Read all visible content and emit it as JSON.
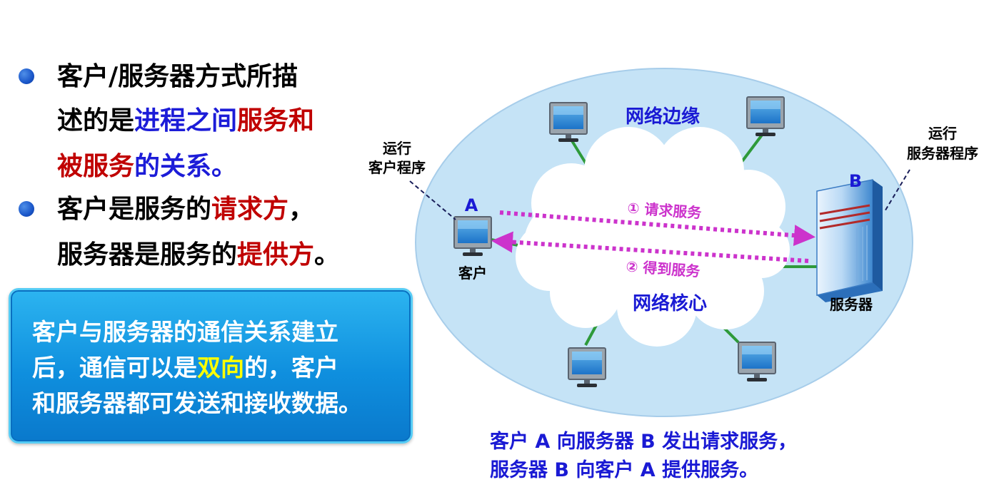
{
  "bullets": {
    "b1": {
      "line1": "客户/服务器方式所描",
      "line2_a": "述的是",
      "line2_b": "进程之间",
      "line2_c": "服务和",
      "line3_a": "被服务",
      "line3_b": "的关系。"
    },
    "b2": {
      "line1_a": "客户是服务的",
      "line1_b": "请求方",
      "line1_c": "，",
      "line2_a": "服务器是服务的",
      "line2_b": "提供方",
      "line2_c": "。"
    }
  },
  "callout": {
    "line1": "客户与服务器的通信关系建立",
    "line2_a": "后，通信可以是",
    "line2_b": "双向",
    "line2_c": "的，客户",
    "line3": "和服务器都可发送和接收数据。"
  },
  "diagram": {
    "edge_label": "网络边缘",
    "core_label": "网络核心",
    "client_annot_l1": "运行",
    "client_annot_l2": "客户程序",
    "server_annot_l1": "运行",
    "server_annot_l2": "服务器程序",
    "client_letter": "A",
    "server_letter": "B",
    "client_label": "客户",
    "server_label": "服务器",
    "request_label": "① 请求服务",
    "response_label": "② 得到服务",
    "colors": {
      "ellipse": "#c5e3f6",
      "cloud": "#ffffff",
      "arrow": "#cc33cc",
      "link": "#2e9a3a",
      "label_blue": "#1a1ad4"
    }
  },
  "caption": {
    "line1": "客户 A 向服务器 B 发出请求服务，",
    "line2": "服务器 B 向客户 A 提供服务。"
  }
}
